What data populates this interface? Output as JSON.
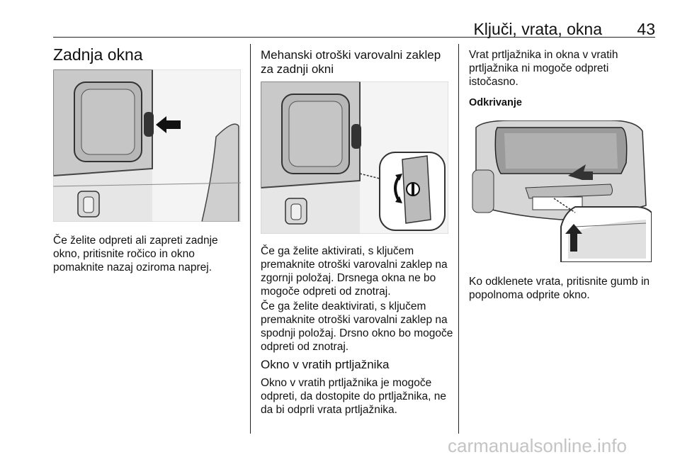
{
  "header": {
    "title": "Ključi, vrata, okna",
    "page_number": "43"
  },
  "col1": {
    "heading": "Zadnja okna",
    "text": "Če želite odpreti ali zapreti zadnje okno, pritisnite ročico in okno pomaknite nazaj oziroma naprej."
  },
  "col2": {
    "heading": "Mehanski otroški varovalni zaklep za zadnji okni",
    "para1": "Če ga želite aktivirati, s ključem premaknite otroški varovalni zaklep na zgornji položaj. Drsnega okna ne bo mogoče odpreti od znotraj.",
    "para2": "Če ga želite deaktivirati, s ključem premaknite otroški varovalni zaklep na spodnji položaj. Drsno okno bo mogoče odpreti od znotraj.",
    "subheading": "Okno v vratih prtljažnika",
    "para3": "Okno v vratih prtljažnika je mogoče odpreti, da dostopite do prtljažnika, ne da bi odprli vrata prtljažnika."
  },
  "col3": {
    "para1": "Vrat prtljažnika in okna v vratih prtljažnika ni mogoče odpreti istočasno.",
    "label": "Odkrivanje",
    "para2": "Ko odklenete vrata, pritisnite gumb in popolnoma odprite okno."
  },
  "footer": {
    "watermark": "carmanualsonline.info"
  }
}
